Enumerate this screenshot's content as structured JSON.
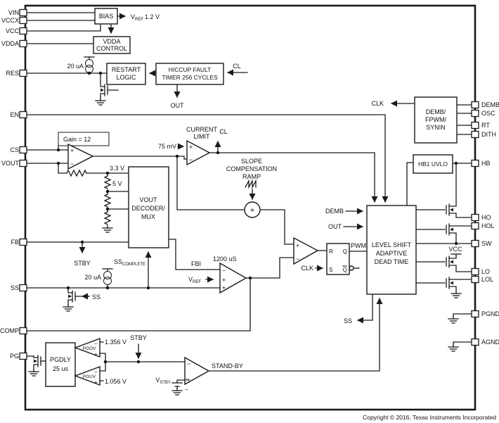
{
  "diagram": {
    "pins_left": [
      "VIN",
      "VCCX",
      "VCC",
      "VDDA",
      "RES",
      "EN",
      "CS",
      "VOUT",
      "FB",
      "SS",
      "COMP",
      "PG"
    ],
    "pins_right": [
      "DEMB",
      "OSC",
      "RT",
      "DITH",
      "HB",
      "HO",
      "HOL",
      "SW",
      "LO",
      "LOL",
      "PGND",
      "AGND"
    ],
    "blocks": {
      "bias": "BIAS",
      "vdda_control": [
        "VDDA",
        "CONTROL"
      ],
      "restart_logic": [
        "RESTART",
        "LOGIC"
      ],
      "hiccup": [
        "HICCUP FAULT",
        "TIMER 256 CYCLES"
      ],
      "vout_decoder": [
        "VOUT",
        "DECODER/",
        "MUX"
      ],
      "demb_fpwm": [
        "DEMB/",
        "FPWM/",
        "SYNIN"
      ],
      "hb1_uvlo": "HB1 UVLO",
      "level_shift": [
        "LEVEL SHIFT",
        "ADAPTIVE",
        "DEAD TIME"
      ],
      "pgdly": [
        "PGDLY",
        "25 us"
      ]
    },
    "labels": {
      "vref_v": "V",
      "vref_sub": "REF",
      "vref_val": "1.2 V",
      "i20ua_res": "20 uA",
      "i20ua_ss": "20 uA",
      "cl_hiccup": "CL",
      "out_hiccup": "OUT",
      "gain": "Gain = 12",
      "mv75": "75 mV",
      "current": "CURRENT",
      "limit": "LIMIT",
      "cl_main": "CL",
      "slope": "SLOPE",
      "compensation": "COMPENSATION",
      "ramp": "RAMP",
      "v33": "3.3 V",
      "v5": "5 V",
      "stby_fb": "STBY",
      "stby_inj": "STBY",
      "ss_complete": "SS",
      "ss_complete_sub": "COMPLETE",
      "ss_gate": "SS",
      "ss_stub": "SS",
      "fbi": "FBI",
      "gm": "1200 uS",
      "vref2_v": "V",
      "vref2_sub": "REF",
      "demb_in": "DEMB",
      "out_in": "OUT",
      "clk_top": "CLK",
      "clk_latch": "CLK",
      "pwm": "PWM",
      "r": "R",
      "s": "S",
      "q": "Q",
      "qbar": "Q",
      "vcc_rail": "VCC",
      "v1356": "1.356 V",
      "v1056": "1.056 V",
      "pgov": "PGOV",
      "pguv": "PGUV",
      "vstby_v": "V",
      "vstby_sub": "STBY",
      "standby": "STAND-BY",
      "plus": "+",
      "minus": "−"
    },
    "footer": "Copyright © 2016, Texas Instruments Incorporated"
  }
}
